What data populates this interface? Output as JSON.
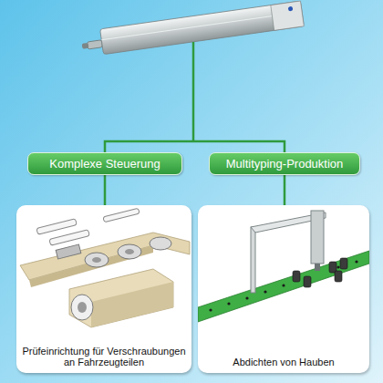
{
  "diagram": {
    "nodes": [
      {
        "text": [
          "Komplexe Steuerung"
        ]
      },
      {
        "text": [
          "Multityping-Produktion"
        ]
      },
      {
        "text": [
          "Prüfeinrichtung für Verschraubungen an Fahrzeugteilen"
        ]
      },
      {
        "text": [
          "Abdichten von Hauben"
        ]
      }
    ],
    "edges": [
      {
        "from": 0,
        "to": 2,
        "arrow": "none"
      },
      {
        "from": 1,
        "to": 3,
        "arrow": "none"
      }
    ]
  }
}
